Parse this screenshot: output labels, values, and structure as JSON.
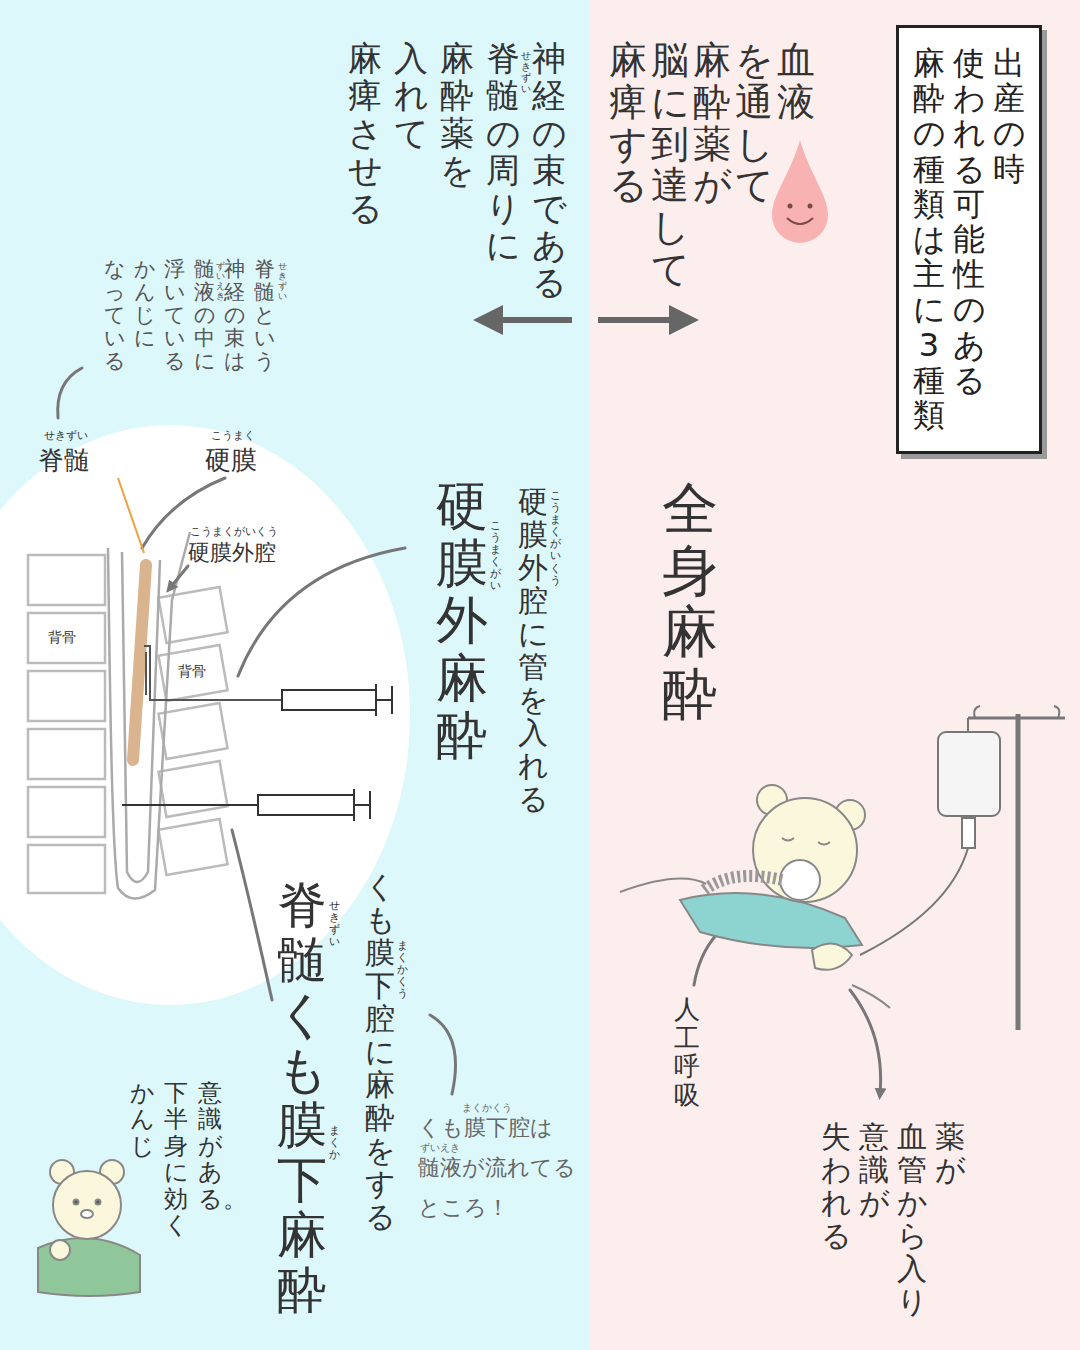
{
  "diagram": {
    "title": "出産の時 使われる可能性のある 麻酔の種類は主に3種類",
    "nodes": [
      {
        "text": [
          "血液 を通して 麻酔薬が 脳に到達して 麻痺する",
          "全身麻酔"
        ]
      },
      {
        "text": [
          "神経の束である 脊髄の周りに 麻酔薬を 入れて 麻痺させる",
          "硬膜外腔に管を入れる",
          "硬膜外麻酔",
          "くも膜下腔に麻酔をする",
          "脊髄くも膜下麻酔"
        ]
      },
      {
        "text": [
          "脊髄",
          "硬膜",
          "硬膜外腔",
          "背骨",
          "背骨"
        ],
        "in": 1
      }
    ],
    "labels": [
      "薬が 血管から入り 意識が 失われる",
      "人工呼吸",
      "脊髄という 神経の束は 髄液の中に 浮いている かんじに なっている",
      "くも膜下腔は 髄液が流れてる ところ！",
      "意識がある。 下半身に効く かんじ",
      "せきずい",
      "せきずい",
      "ずいえき",
      "せきずい",
      "こうまく",
      "こうまくがいくう",
      "こうまくがいくう",
      "こうまくがい",
      "まくかくう",
      "せきずい",
      "まくか",
      "まくかくう",
      "ずいえき"
    ]
  }
}
